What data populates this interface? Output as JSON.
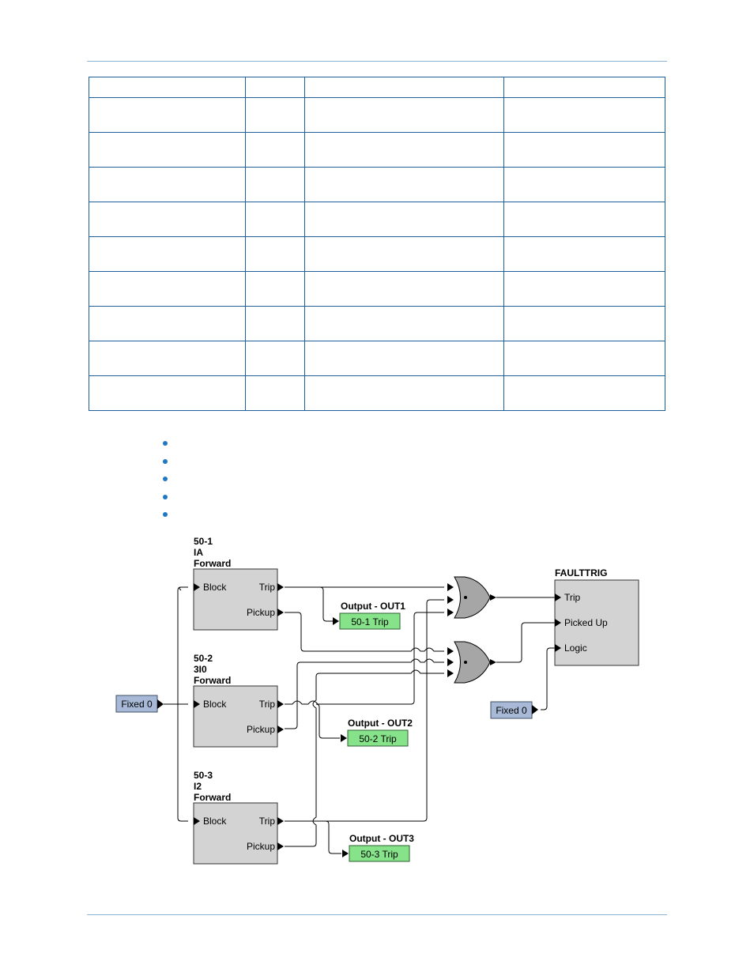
{
  "table": {
    "columns": 4,
    "body_rows": 9
  },
  "bullets": {
    "count": 5
  },
  "diagram": {
    "elements": [
      {
        "id": "50-1",
        "title_lines": [
          "50-1",
          "IA",
          "Forward"
        ],
        "inputs": [
          "Block"
        ],
        "outputs": [
          "Trip",
          "Pickup"
        ]
      },
      {
        "id": "50-2",
        "title_lines": [
          "50-2",
          "3I0",
          "Forward"
        ],
        "inputs": [
          "Block"
        ],
        "outputs": [
          "Trip",
          "Pickup"
        ]
      },
      {
        "id": "50-3",
        "title_lines": [
          "50-3",
          "I2",
          "Forward"
        ],
        "inputs": [
          "Block"
        ],
        "outputs": [
          "Trip",
          "Pickup"
        ]
      }
    ],
    "fixed_left": "Fixed 0",
    "fixed_right": "Fixed 0",
    "outputs": [
      {
        "title": "Output - OUT1",
        "label": "50-1 Trip"
      },
      {
        "title": "Output - OUT2",
        "label": "50-2 Trip"
      },
      {
        "title": "Output - OUT3",
        "label": "50-3 Trip"
      }
    ],
    "faulttrig": {
      "title": "FAULTTRIG",
      "inputs": [
        "Trip",
        "Picked Up",
        "Logic"
      ]
    },
    "colors": {
      "block_fill": "#d3d3d3",
      "fixed_fill": "#a7b9d6",
      "output_fill": "#86e38a",
      "gate_fill": "#a6a6a6",
      "wire": "#000000",
      "table_border": "#1f5f9a",
      "rule": "#8fb4d2",
      "bullet": "#1f78c1"
    }
  }
}
